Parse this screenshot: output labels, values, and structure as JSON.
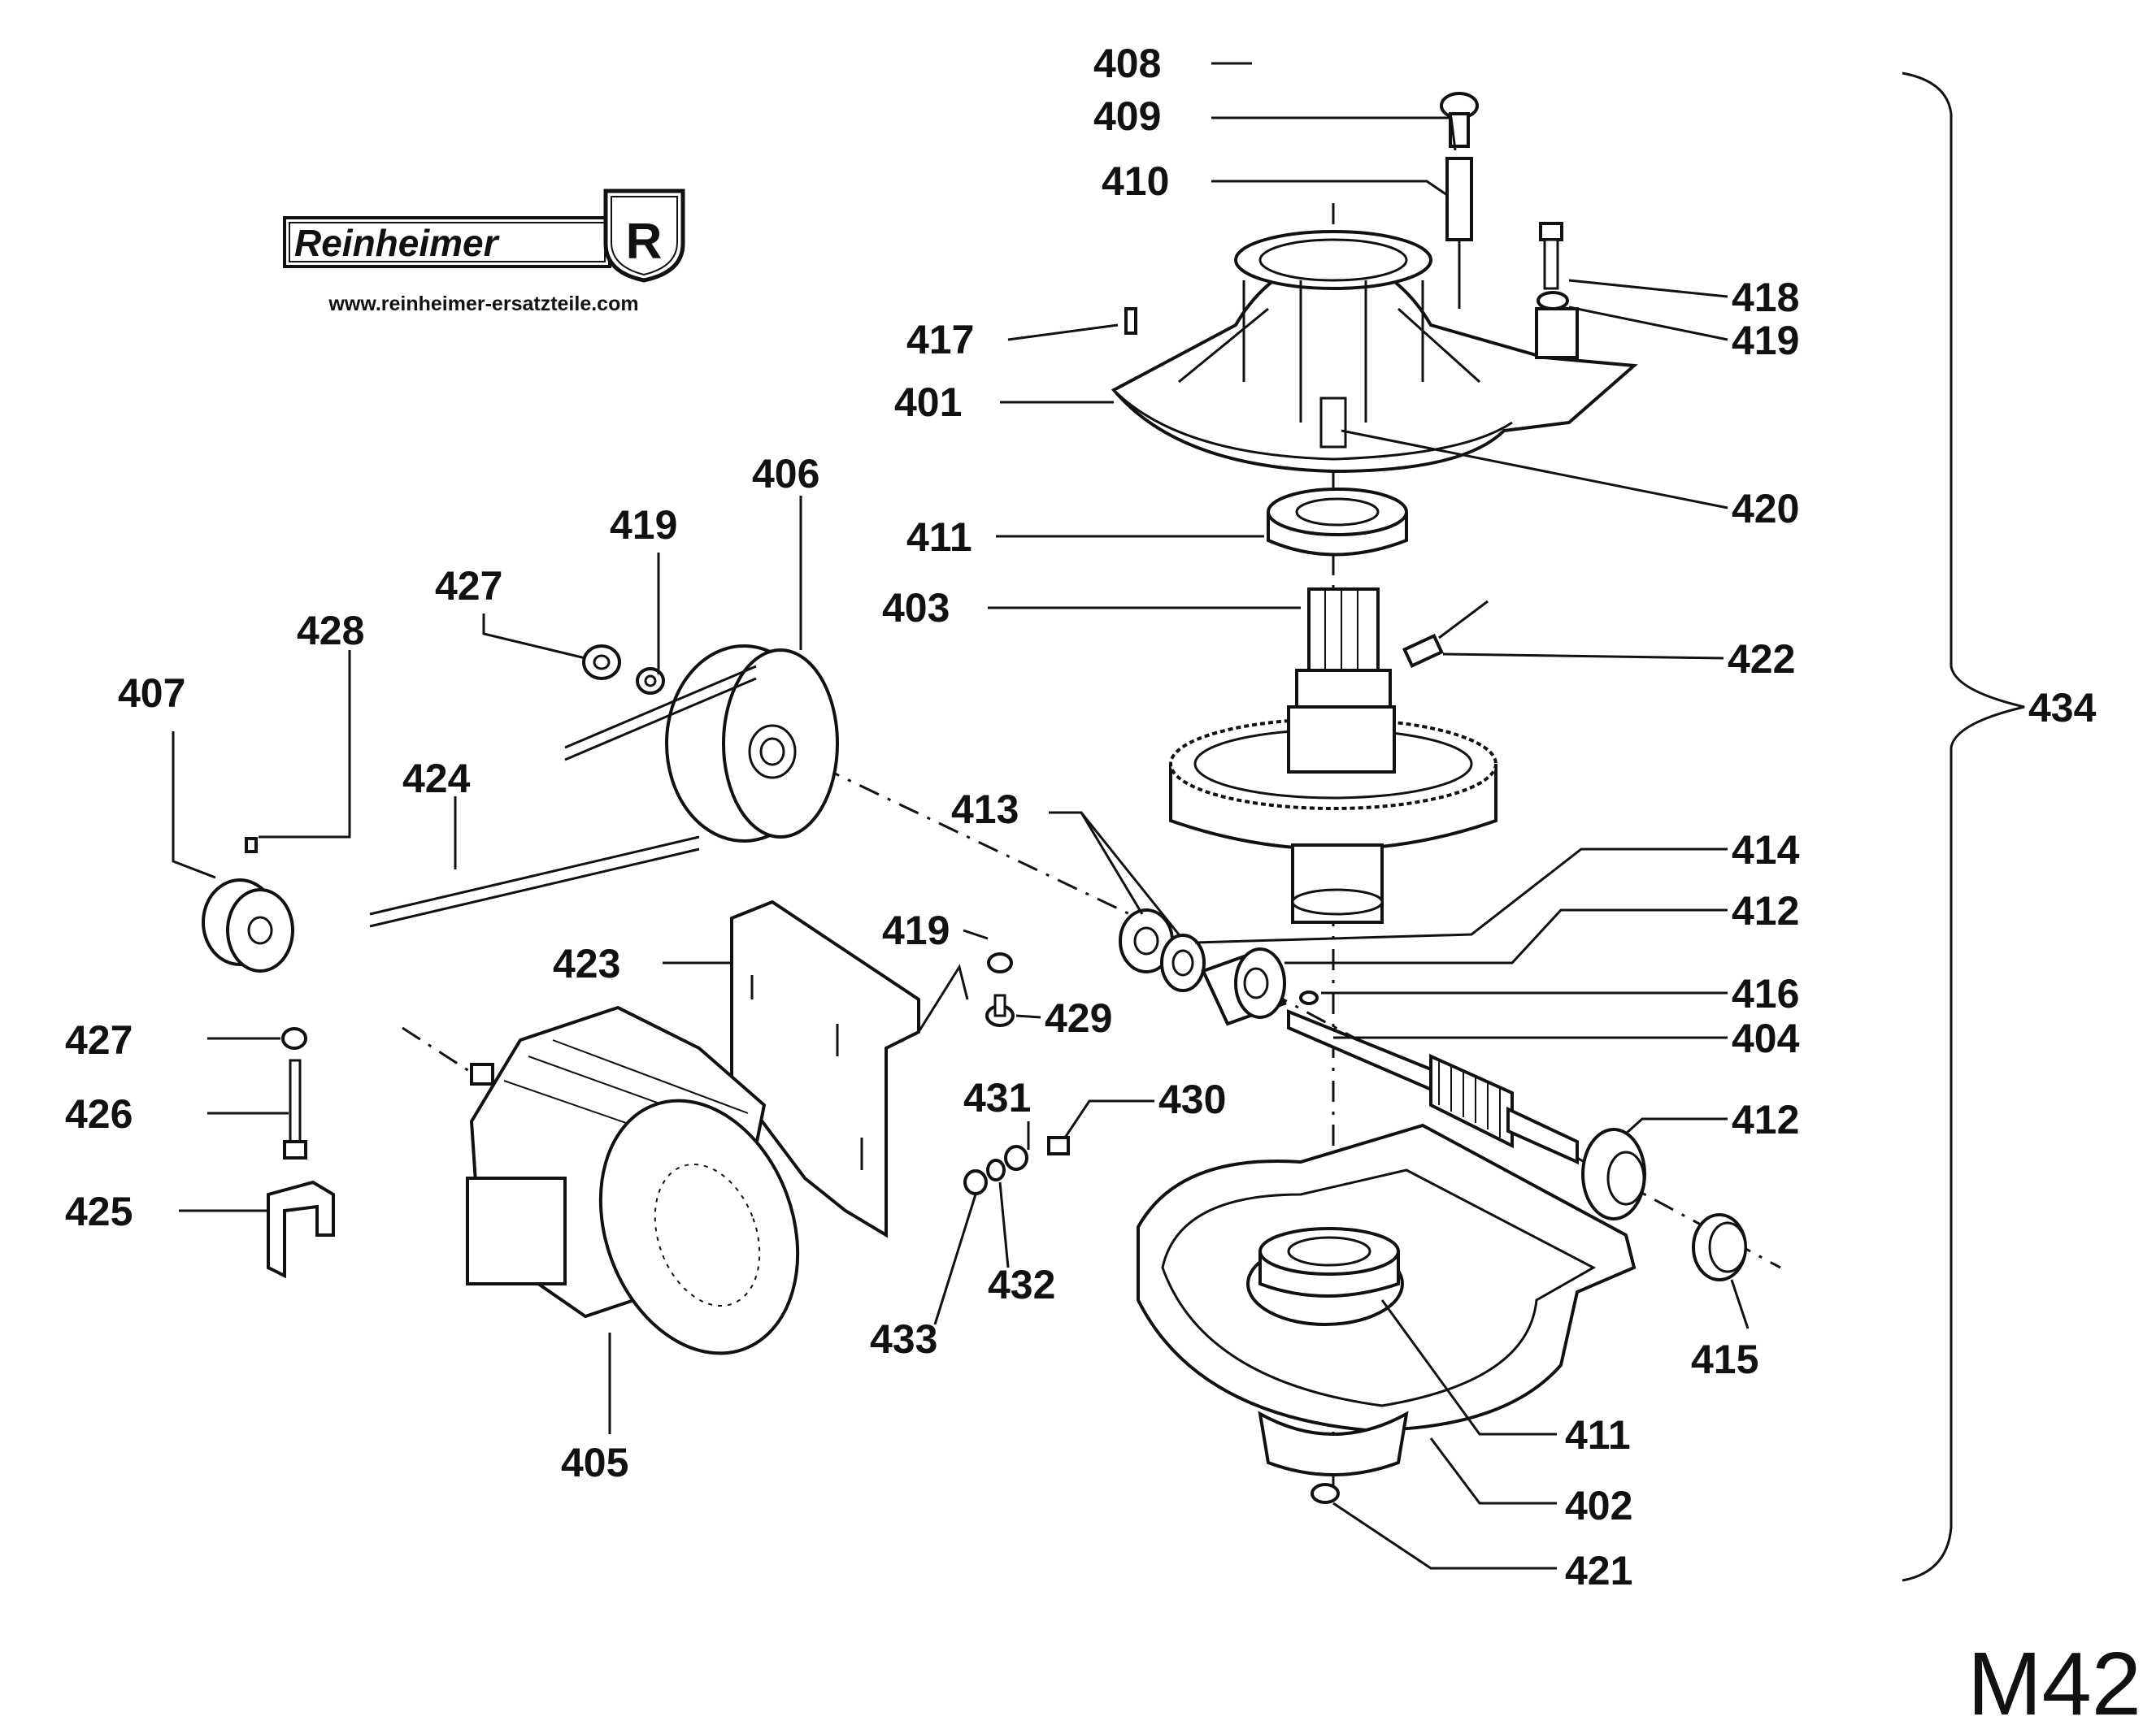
{
  "logo": {
    "brand": "Reinheimer",
    "emblem": "R",
    "url": "www.reinheimer-ersatzteile.com"
  },
  "sheet_code": "M42",
  "assembly_number": "434",
  "callouts": [
    {
      "id": "c408",
      "text": "408"
    },
    {
      "id": "c409",
      "text": "409"
    },
    {
      "id": "c410",
      "text": "410"
    },
    {
      "id": "c417",
      "text": "417"
    },
    {
      "id": "c401",
      "text": "401"
    },
    {
      "id": "c418",
      "text": "418"
    },
    {
      "id": "c419a",
      "text": "419"
    },
    {
      "id": "c420",
      "text": "420"
    },
    {
      "id": "c406",
      "text": "406"
    },
    {
      "id": "c419b",
      "text": "419"
    },
    {
      "id": "c427a",
      "text": "427"
    },
    {
      "id": "c428",
      "text": "428"
    },
    {
      "id": "c407",
      "text": "407"
    },
    {
      "id": "c424",
      "text": "424"
    },
    {
      "id": "c411a",
      "text": "411"
    },
    {
      "id": "c403",
      "text": "403"
    },
    {
      "id": "c422",
      "text": "422"
    },
    {
      "id": "c413",
      "text": "413"
    },
    {
      "id": "c414",
      "text": "414"
    },
    {
      "id": "c412a",
      "text": "412"
    },
    {
      "id": "c416",
      "text": "416"
    },
    {
      "id": "c404",
      "text": "404"
    },
    {
      "id": "c412b",
      "text": "412"
    },
    {
      "id": "c423",
      "text": "423"
    },
    {
      "id": "c419c",
      "text": "419"
    },
    {
      "id": "c429",
      "text": "429"
    },
    {
      "id": "c427b",
      "text": "427"
    },
    {
      "id": "c426",
      "text": "426"
    },
    {
      "id": "c425",
      "text": "425"
    },
    {
      "id": "c431",
      "text": "431"
    },
    {
      "id": "c430",
      "text": "430"
    },
    {
      "id": "c432",
      "text": "432"
    },
    {
      "id": "c433",
      "text": "433"
    },
    {
      "id": "c405",
      "text": "405"
    },
    {
      "id": "c415",
      "text": "415"
    },
    {
      "id": "c411b",
      "text": "411"
    },
    {
      "id": "c402",
      "text": "402"
    },
    {
      "id": "c421",
      "text": "421"
    }
  ]
}
